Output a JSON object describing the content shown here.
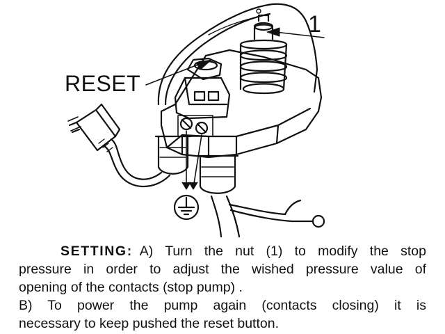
{
  "diagram": {
    "labels": {
      "reset": "RESET",
      "nut_number": "1"
    },
    "icons": [
      "ground-symbol-icon",
      "plug-icon",
      "spring-icon"
    ]
  },
  "instructions": {
    "heading": "SETTING:",
    "step_a_line1": "A) Turn the nut (1) to modify the stop",
    "step_a_line2": "pressure in order to adjust the wished pressure value of",
    "step_a_line3": "opening of the contacts (stop pump) .",
    "step_b_line1": "B) To power the pump again (contacts closing) it is",
    "step_b_line2": "necessary to keep pushed the reset button."
  }
}
